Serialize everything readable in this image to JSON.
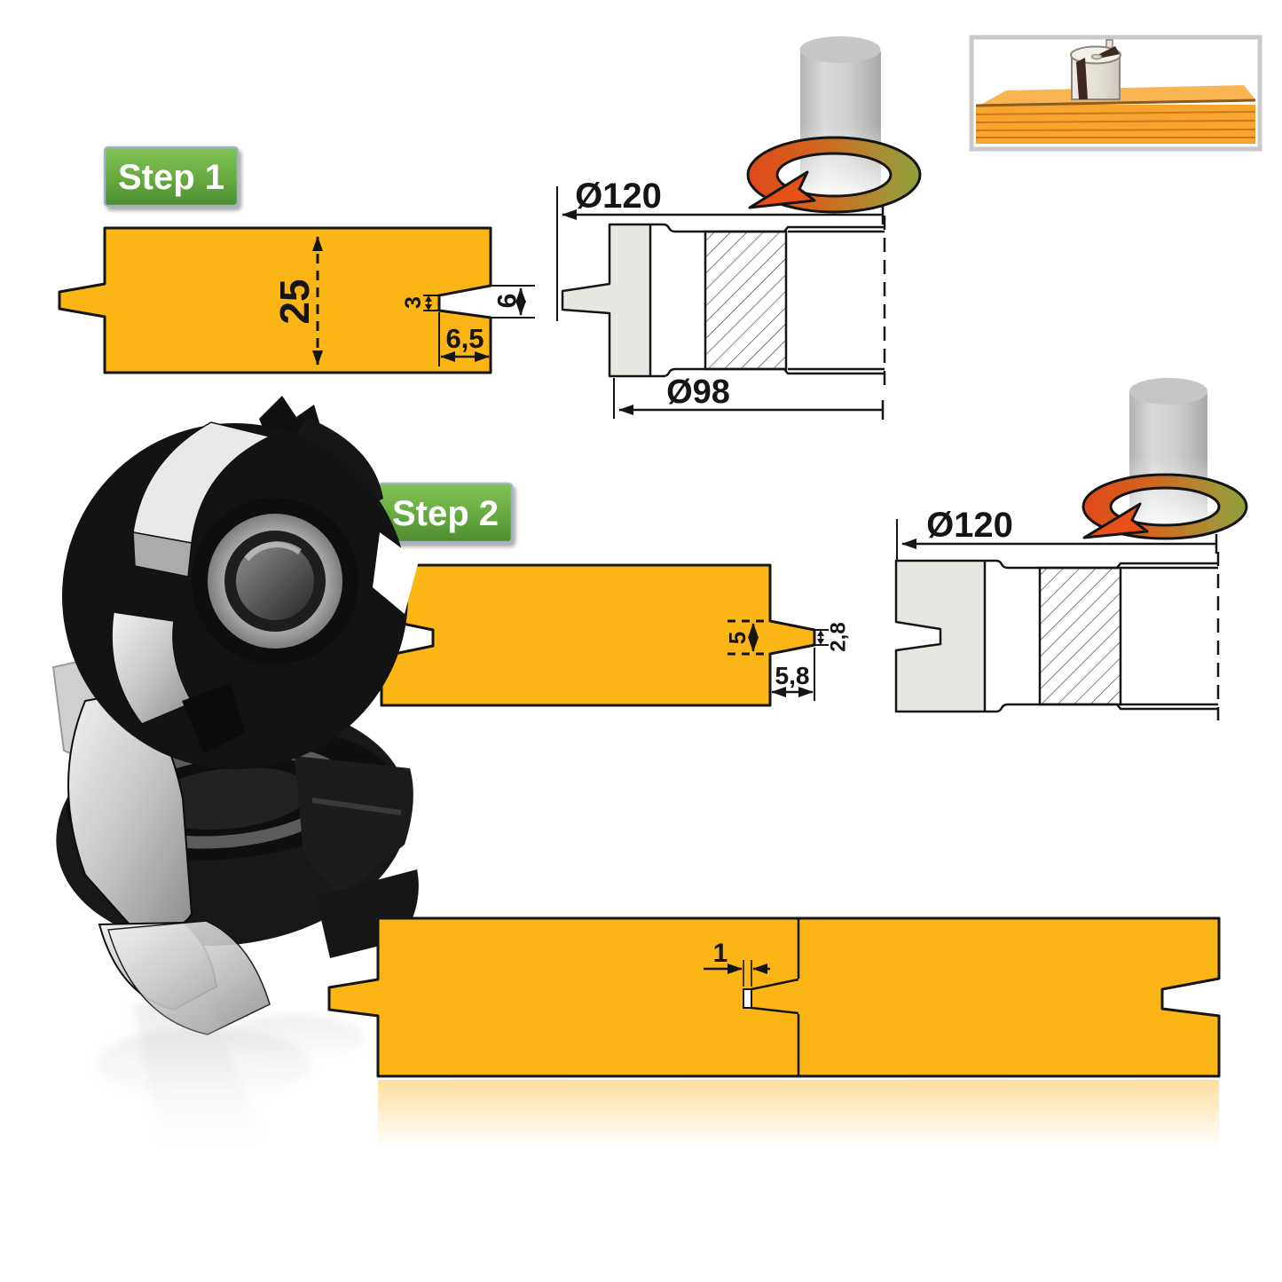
{
  "colors": {
    "board_yellow": "#FBB515",
    "outline_black": "#151515",
    "green_label_top": "#83C258",
    "green_label_bottom": "#4C8C31",
    "rotation_orange": "#E4511A",
    "rotation_green": "#94A03C",
    "drawing_gray": "#E7E7E2",
    "wood_orange": "#F7A52E"
  },
  "step1": {
    "label": "Step 1",
    "board_dimensions": {
      "thickness": "25",
      "groove_tip_width": "3",
      "groove_mouth_width": "6",
      "groove_depth": "6,5"
    },
    "cutter_dimensions": {
      "outer_diameter": "Ø120",
      "hub_diameter": "Ø98"
    }
  },
  "step2": {
    "label": "Step 2",
    "board_dimensions": {
      "tongue_base_width": "5",
      "tongue_tip_width": "2,8",
      "tongue_length": "5,8"
    },
    "cutter_dimensions": {
      "outer_diameter": "Ø120"
    }
  },
  "assembly": {
    "joint_gap": "1"
  }
}
